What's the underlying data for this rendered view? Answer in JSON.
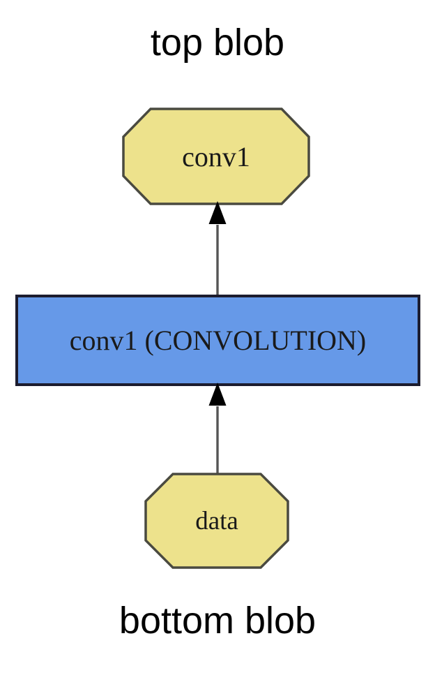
{
  "diagram": {
    "type": "network-layer-graph",
    "background_color": "#ffffff",
    "annotations": {
      "top": "top blob",
      "bottom": "bottom blob"
    },
    "nodes": [
      {
        "id": "conv1-blob",
        "label": "conv1",
        "shape": "octagon",
        "role": "blob",
        "fill": "#ede28c",
        "stroke": "#4a4a40"
      },
      {
        "id": "conv1-layer",
        "label": "conv1 (CONVOLUTION)",
        "shape": "rectangle",
        "role": "layer",
        "fill": "#6699e8",
        "stroke": "#1c1c2e"
      },
      {
        "id": "data-blob",
        "label": "data",
        "shape": "octagon",
        "role": "blob",
        "fill": "#ede28c",
        "stroke": "#4a4a40"
      }
    ],
    "edges": [
      {
        "id": "data-to-conv1",
        "from": "data-blob",
        "to": "conv1-layer",
        "direction": "up",
        "color": "#555555"
      },
      {
        "id": "conv1-to-blob",
        "from": "conv1-layer",
        "to": "conv1-blob",
        "direction": "up",
        "color": "#555555"
      }
    ]
  }
}
